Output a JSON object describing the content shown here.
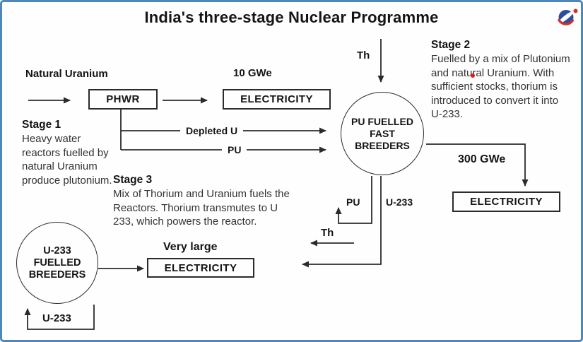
{
  "title": "India's three-stage Nuclear Programme",
  "stages": {
    "stage1": {
      "heading": "Stage 1",
      "body": "Heavy water reactors fuelled by natural Uranium produce plutonium."
    },
    "stage2": {
      "heading": "Stage 2",
      "body": "Fuelled by a mix of Plutonium and natural Uranium. With sufficient stocks, thorium is introduced to convert it into U-233."
    },
    "stage3": {
      "heading": "Stage 3",
      "body": "Mix of Thorium and Uranium fuels the Reactors. Thorium transmutes to U 233, which powers the reactor."
    }
  },
  "nodes": {
    "phwr": "PHWR",
    "electricity_stage1": "ELECTRICITY",
    "electricity_stage2": "ELECTRICITY",
    "electricity_stage3": "ELECTRICITY",
    "fast_breeders": {
      "line1": "PU FUELLED",
      "line2": "FAST",
      "line3": "BREEDERS"
    },
    "u233_breeders": {
      "line1": "U-233",
      "line2": "FUELLED",
      "line3": "BREEDERS"
    }
  },
  "labels": {
    "natural_uranium": "Natural Uranium",
    "output_stage1": "10 GWe",
    "output_stage2": "300 GWe",
    "output_stage3": "Very large",
    "thorium_input": "Th",
    "thorium_return": "Th",
    "depleted_u": "Depleted U",
    "pu_feed": "PU",
    "pu_recycle": "PU",
    "u233_output": "U-233",
    "u233_recycle": "U-233"
  },
  "icons": {
    "logo": "brand-swirl-logo"
  },
  "colors": {
    "frame_border": "#4d87bb",
    "line": "#2b2b2b",
    "logo_blue": "#2b4f9e",
    "logo_red": "#d42f2f",
    "stray_dot_red": "#e01b1b"
  }
}
